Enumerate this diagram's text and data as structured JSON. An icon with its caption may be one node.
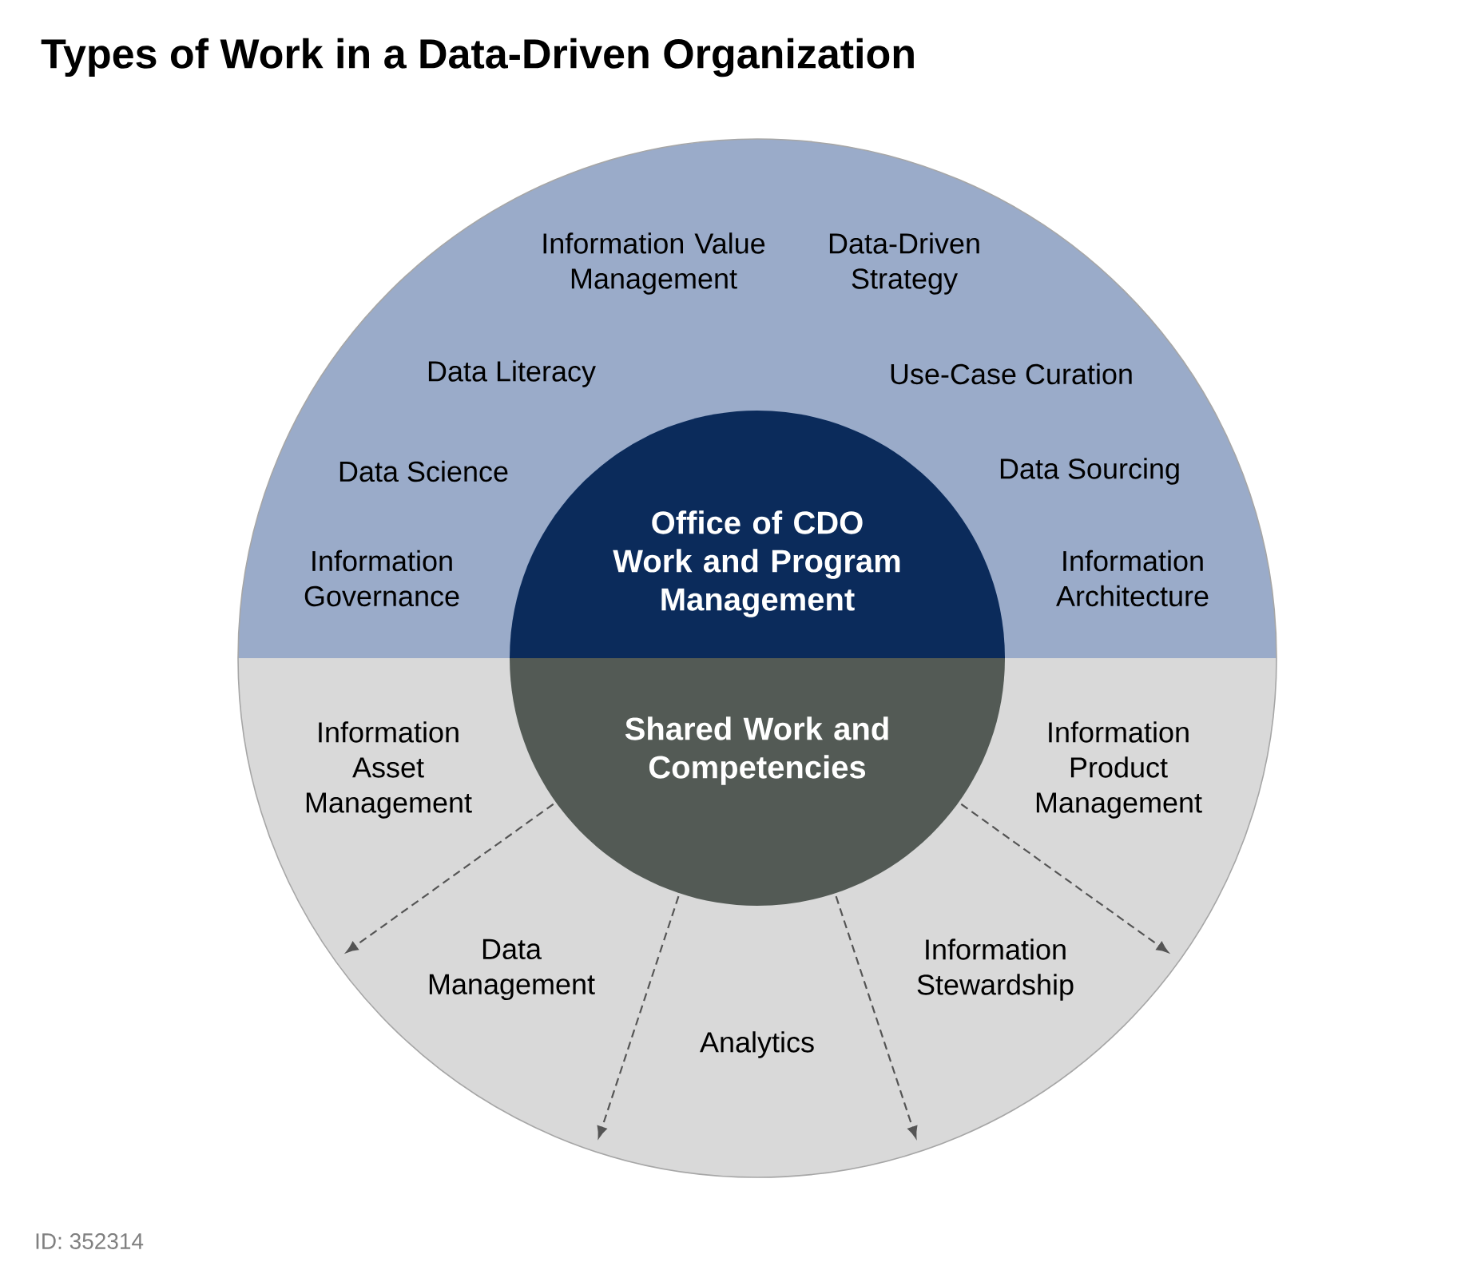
{
  "diagram": {
    "title": "Types of Work in a Data-Driven Organization",
    "nodes": [
      {
        "text": [
          "Information Value Management",
          "Data-Driven Strategy",
          "Data Literacy",
          "Use-Case Curation",
          "Data Science",
          "Data Sourcing",
          "Information Governance",
          "Information Architecture"
        ]
      },
      {
        "text": [
          "Information Asset Management",
          "Information Product Management",
          "Data Management",
          "Information Stewardship",
          "Analytics"
        ]
      },
      {
        "text": [
          "Office of CDO Work and Program Management"
        ],
        "in": 0
      },
      {
        "text": [
          "Shared Work and Competencies"
        ],
        "in": 1
      }
    ],
    "edges": [
      {
        "from": 3,
        "to": null,
        "arrow": "to",
        "style": "dashed"
      },
      {
        "from": 3,
        "to": null,
        "arrow": "to",
        "style": "dashed"
      },
      {
        "from": 3,
        "to": null,
        "arrow": "to",
        "style": "dashed"
      },
      {
        "from": 3,
        "to": null,
        "arrow": "to",
        "style": "dashed"
      }
    ],
    "labels": [
      "ID: 352314"
    ]
  }
}
